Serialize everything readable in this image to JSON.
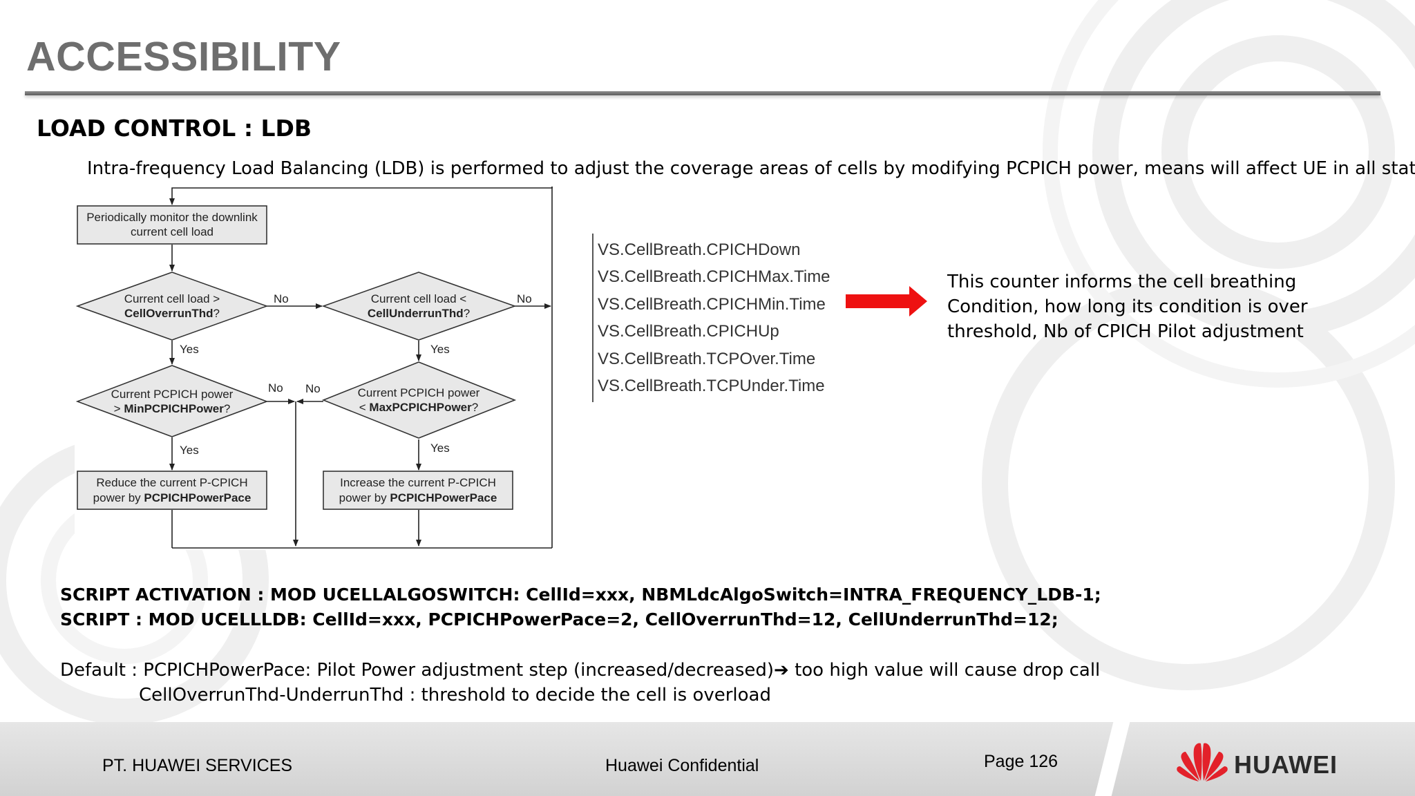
{
  "header": {
    "title": "ACCESSIBILITY",
    "subtitle": "LOAD CONTROL : LDB"
  },
  "intro": "Intra-frequency Load Balancing (LDB) is performed to adjust the coverage areas of cells by modifying PCPICH power, means will affect UE in all states",
  "flowchart": {
    "monitor_box": [
      "Periodically monitor the downlink",
      "current cell load"
    ],
    "decision_overrun": {
      "line1": "Current cell load >",
      "line2": "CellOverrunThd",
      "suffix": "?"
    },
    "decision_underrun": {
      "line1": "Current cell load <",
      "line2": "CellUnderrunThd",
      "suffix": "?"
    },
    "decision_min_power": {
      "line1": "Current PCPICH power",
      "prefix": "> ",
      "line2": "MinPCPICHPower",
      "suffix": "?"
    },
    "decision_max_power": {
      "line1": "Current PCPICH power",
      "prefix": "< ",
      "line2": "MaxPCPICHPower",
      "suffix": "?"
    },
    "reduce_box": {
      "line1": "Reduce the current P-CPICH",
      "line2_prefix": "power by ",
      "line2_bold": "PCPICHPowerPace"
    },
    "increase_box": {
      "line1": "Increase  the current P-CPICH",
      "line2_prefix": "power by ",
      "line2_bold": "PCPICHPowerPace"
    },
    "yes_label": "Yes",
    "no_label": "No"
  },
  "counters": [
    "VS.CellBreath.CPICHDown",
    "VS.CellBreath.CPICHMax.Time",
    "VS.CellBreath.CPICHMin.Time",
    "VS.CellBreath.CPICHUp",
    "VS.CellBreath.TCPOver.Time",
    "VS.CellBreath.TCPUnder.Time"
  ],
  "note": {
    "line1": "This counter informs the cell breathing",
    "line2": "Condition, how long its condition is over",
    "line3": "threshold, Nb of CPICH Pilot adjustment"
  },
  "scripts": {
    "activation": "SCRIPT ACTIVATION : MOD UCELLALGOSWITCH: CellId=xxx, NBMLdcAlgoSwitch=INTRA_FREQUENCY_LDB-1;",
    "script": "SCRIPT : MOD UCELLLDB: CellId=xxx, PCPICHPowerPace=2, CellOverrunThd=12, CellUnderrunThd=12;"
  },
  "defaults": {
    "line1_a": "Default : PCPICHPowerPace: Pilot Power adjustment step (increased/decreased)",
    "line1_arrow": "➔",
    "line1_b": " too high value will cause drop call",
    "line2": "CellOverrunThd-UnderrunThd : threshold to decide the cell is overload"
  },
  "footer": {
    "company": "PT. HUAWEI SERVICES",
    "confidential": "Huawei Confidential",
    "page": "Page 126",
    "brand": "HUAWEI"
  },
  "colors": {
    "title_gray": "#6e6e6e",
    "arrow_red": "#ee1111",
    "logo_red": "#e3212a",
    "footer_gray": "#dcdcdc"
  }
}
